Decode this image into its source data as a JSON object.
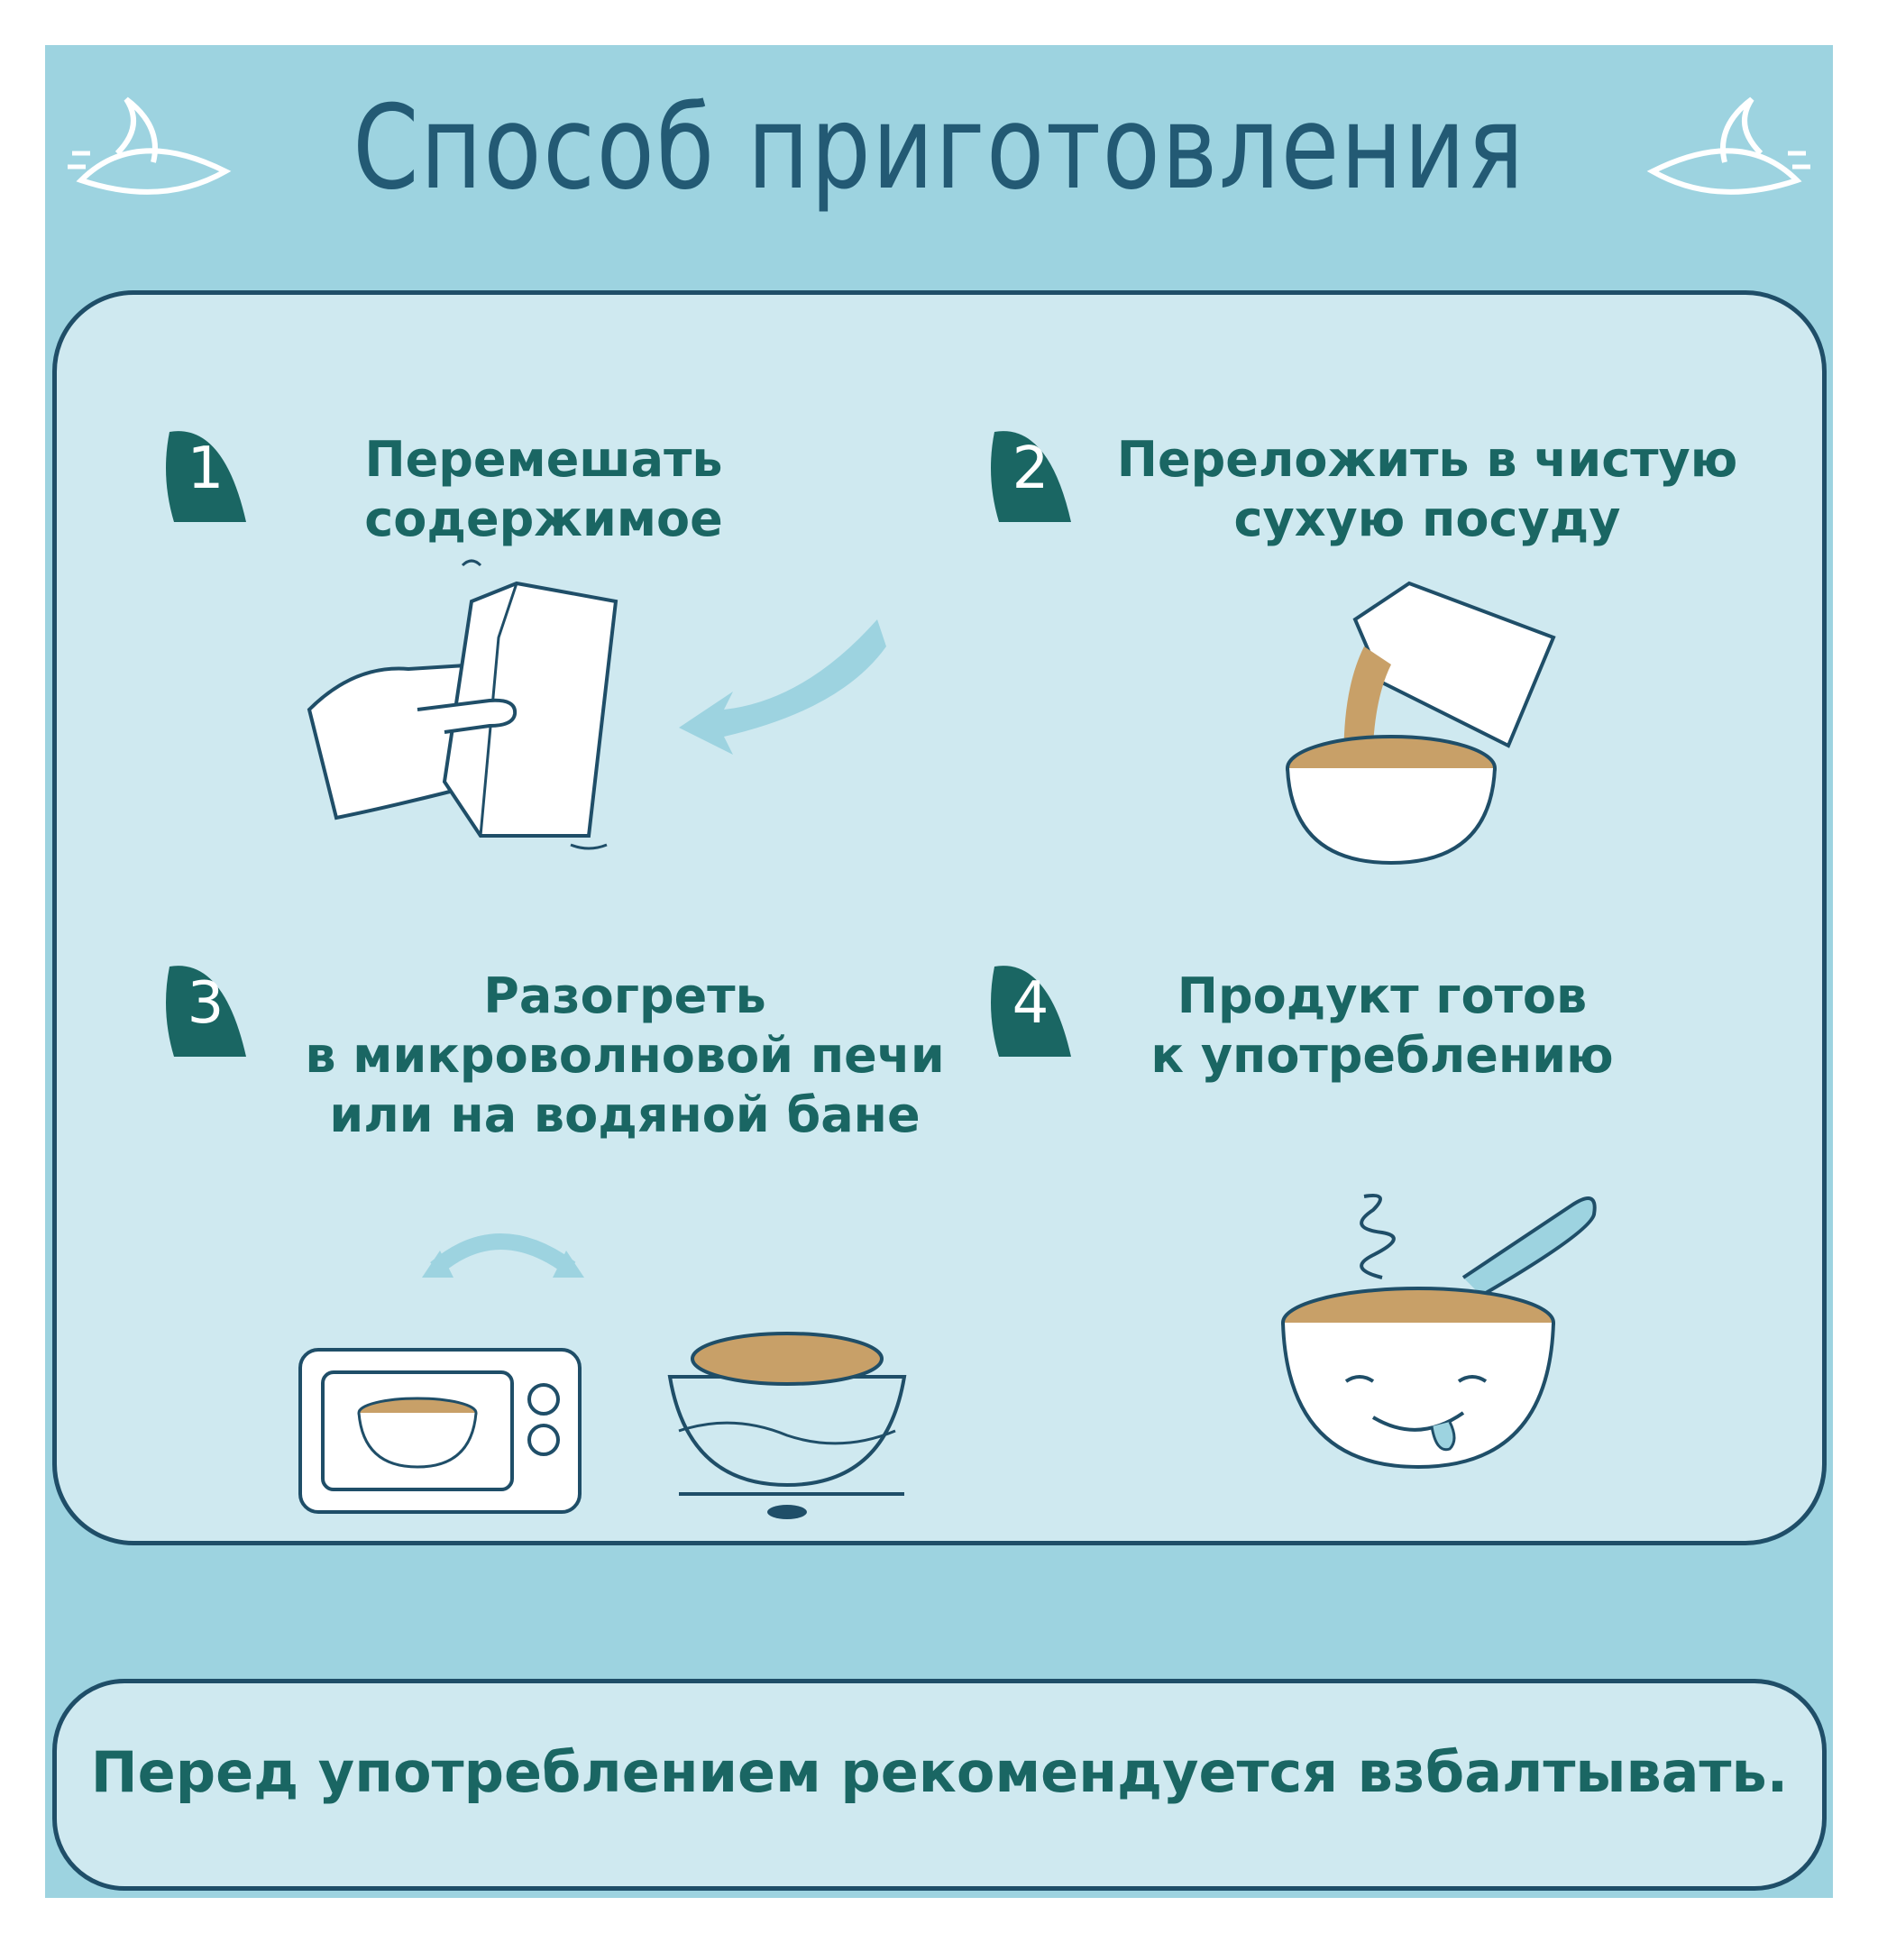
{
  "title": "Способ приготовления",
  "colors": {
    "background": "#9dd3e0",
    "panel": "#cfe9f0",
    "outline": "#1f4e68",
    "accent_green": "#1a6663",
    "porridge": "#c8a068"
  },
  "steps": [
    {
      "number": "1",
      "lines": [
        "Перемешать",
        "содержимое"
      ],
      "icon": "hand-shaking-carton-icon"
    },
    {
      "number": "2",
      "lines": [
        "Переложить в чистую",
        "сухую посуду"
      ],
      "icon": "pour-into-bowl-icon"
    },
    {
      "number": "3",
      "lines": [
        "Разогреть",
        "в микроволновой печи",
        "или на водяной бане"
      ],
      "icon": "microwave-or-water-bath-icon"
    },
    {
      "number": "4",
      "lines": [
        "Продукт готов",
        "к употреблению"
      ],
      "icon": "happy-bowl-with-spoon-icon"
    }
  ],
  "note": "Перед употреблением рекомендуется взбалтывать."
}
